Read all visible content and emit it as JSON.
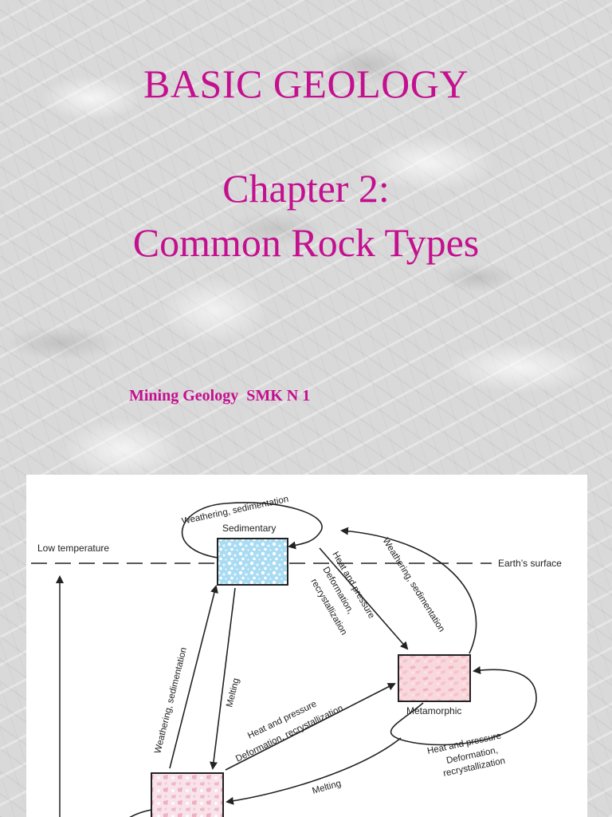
{
  "slide": {
    "title": "BASIC GEOLOGY",
    "chapter": "Chapter 2:",
    "subtitle": "Common Rock Types",
    "course": "Mining Geology  SMK N 1",
    "title_color": "#c4108f"
  },
  "diagram": {
    "boxes": {
      "sedimentary": "Sedimentary",
      "metamorphic": "Metamorphic"
    },
    "labels": {
      "low_temperature": "Low temperature",
      "earths_surface": "Earth’s surface",
      "weathering_sedimentation_top": "Weathering, sedimentation",
      "weathering_sedimentation_right": "Weathering, sedimentation",
      "weathering_sedimentation_left": "Weathering, sedimentation",
      "heat_pressure_top": "Heat and pressure",
      "deformation_top": "Deformation,",
      "recrystallization_top": "recrystallization",
      "melting_center": "Melting",
      "heat_pressure_middle": "Heat and pressure",
      "deformation_recrystallization_middle": "Deformation, recrystallization",
      "heat_pressure_right": "Heat and pressure",
      "deformation_right": "Deformation,",
      "recrystallization_right": "recrystallization",
      "melting_bottom": "Melting"
    }
  }
}
